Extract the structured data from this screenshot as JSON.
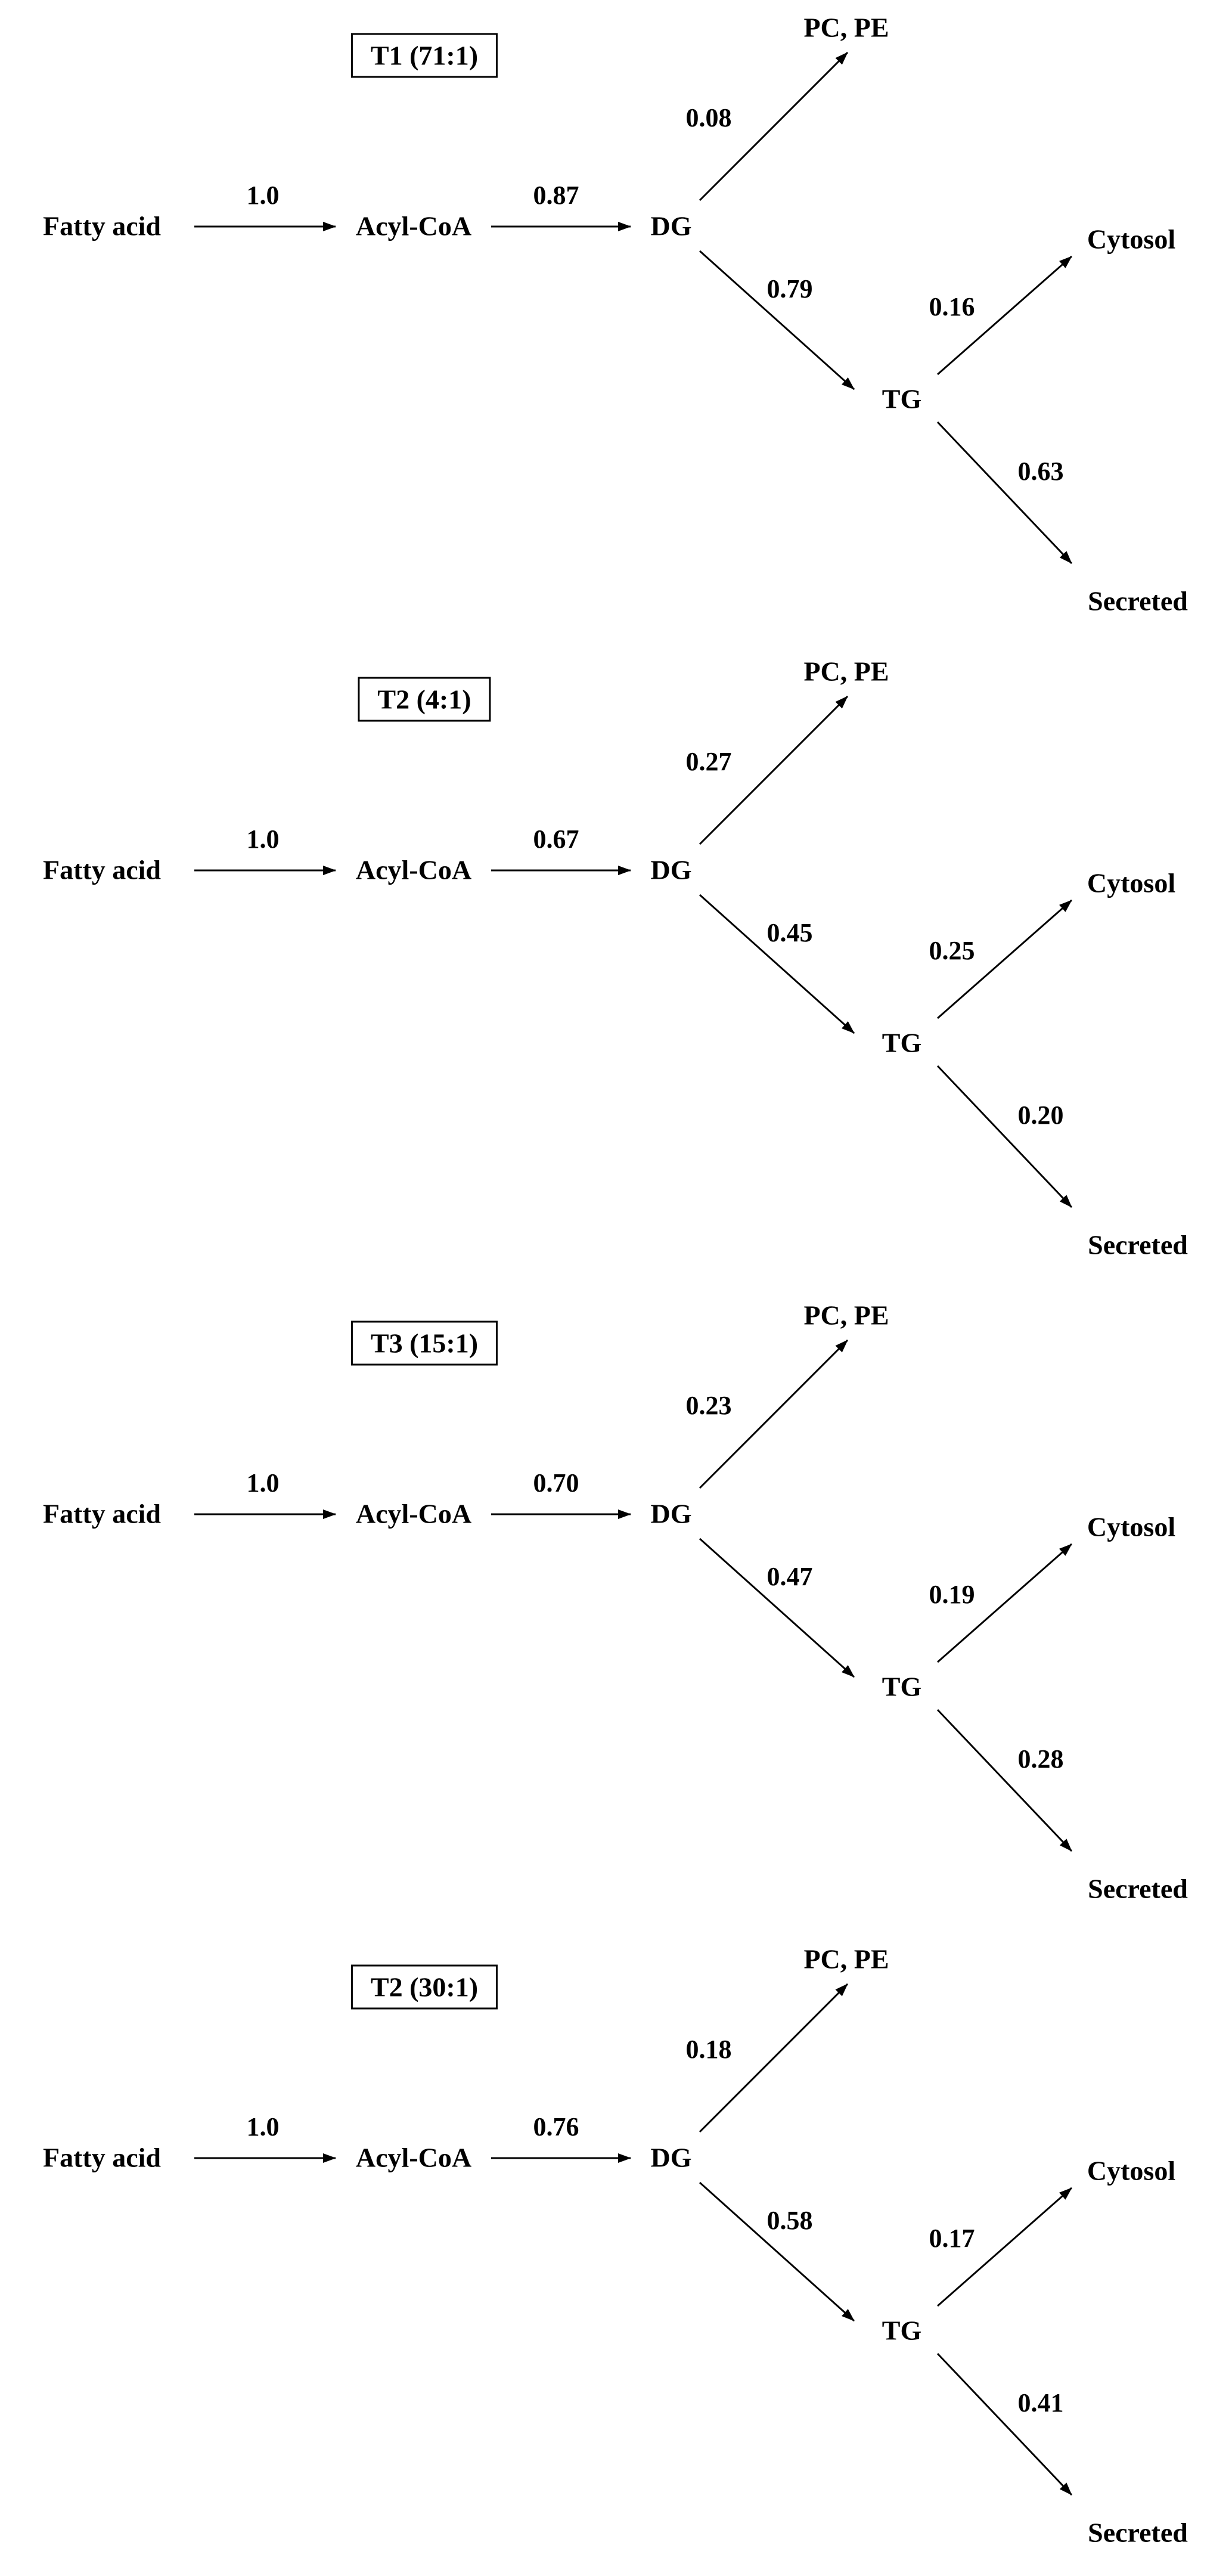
{
  "panels": [
    {
      "title": "T1 (71:1)",
      "nodes": {
        "fatty_acid": "Fatty acid",
        "acyl_coa": "Acyl-CoA",
        "dg": "DG",
        "pc_pe": "PC, PE",
        "tg": "TG",
        "cytosol": "Cytosol",
        "secreted": "Secreted"
      },
      "fluxes": {
        "fa_to_acylcoa": "1.0",
        "acylcoa_to_dg": "0.87",
        "dg_to_pcpe": "0.08",
        "dg_to_tg": "0.79",
        "tg_to_cytosol": "0.16",
        "tg_to_secreted": "0.63"
      }
    },
    {
      "title": "T2 (4:1)",
      "nodes": {
        "fatty_acid": "Fatty acid",
        "acyl_coa": "Acyl-CoA",
        "dg": "DG",
        "pc_pe": "PC, PE",
        "tg": "TG",
        "cytosol": "Cytosol",
        "secreted": "Secreted"
      },
      "fluxes": {
        "fa_to_acylcoa": "1.0",
        "acylcoa_to_dg": "0.67",
        "dg_to_pcpe": "0.27",
        "dg_to_tg": "0.45",
        "tg_to_cytosol": "0.25",
        "tg_to_secreted": "0.20"
      }
    },
    {
      "title": "T3 (15:1)",
      "nodes": {
        "fatty_acid": "Fatty acid",
        "acyl_coa": "Acyl-CoA",
        "dg": "DG",
        "pc_pe": "PC, PE",
        "tg": "TG",
        "cytosol": "Cytosol",
        "secreted": "Secreted"
      },
      "fluxes": {
        "fa_to_acylcoa": "1.0",
        "acylcoa_to_dg": "0.70",
        "dg_to_pcpe": "0.23",
        "dg_to_tg": "0.47",
        "tg_to_cytosol": "0.19",
        "tg_to_secreted": "0.28"
      }
    },
    {
      "title": "T2 (30:1)",
      "nodes": {
        "fatty_acid": "Fatty acid",
        "acyl_coa": "Acyl-CoA",
        "dg": "DG",
        "pc_pe": "PC, PE",
        "tg": "TG",
        "cytosol": "Cytosol",
        "secreted": "Secreted"
      },
      "fluxes": {
        "fa_to_acylcoa": "1.0",
        "acylcoa_to_dg": "0.76",
        "dg_to_pcpe": "0.18",
        "dg_to_tg": "0.58",
        "tg_to_cytosol": "0.17",
        "tg_to_secreted": "0.41"
      }
    }
  ]
}
